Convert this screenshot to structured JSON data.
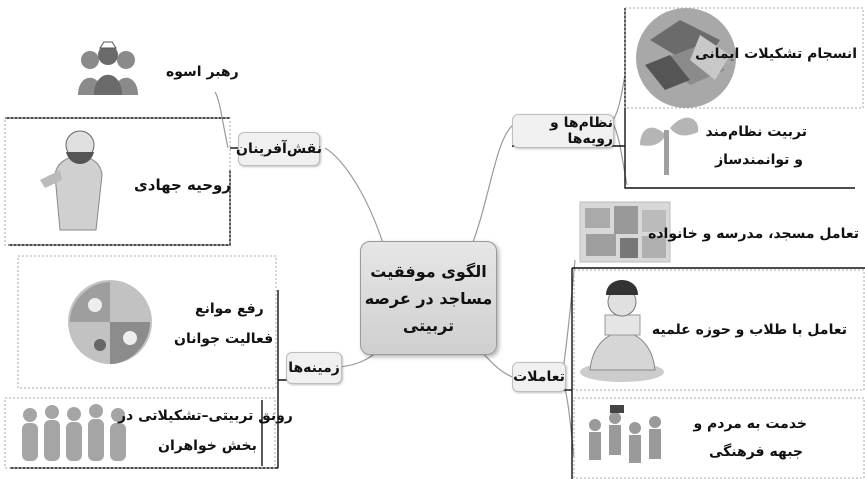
{
  "center": {
    "line1": "الگوی موفقیت",
    "line2": "مساجد در عرصه",
    "line3": "تربیتی"
  },
  "branches": {
    "systems": {
      "label": "نظام‌ها و رویه‌ها",
      "items": [
        "انسجام تشکیلات ایمانی",
        "تربیت نظام‌مند",
        "و توانمندساز"
      ]
    },
    "interactions": {
      "label": "تعاملات",
      "items": [
        "تعامل مسجد، مدرسه و خانواده",
        "تعامل با طلاب و حوزه علمیه",
        "خدمت به مردم و",
        "جبهه فرهنگی"
      ]
    },
    "actors": {
      "label": "نقش‌آفرینان",
      "items": [
        "رهبر اسوه",
        "روحیه جهادی"
      ]
    },
    "grounds": {
      "label": "زمینه‌ها",
      "items": [
        "رفع موانع",
        "فعالیت جوانان",
        "رونق تربیتی–تشکیلاتی در",
        "بخش خواهران"
      ]
    }
  },
  "icons": [
    "handshake-puzzle-icon",
    "sprout-icon",
    "collage-icon",
    "cleric-icon",
    "crowd-icon",
    "leader-icon",
    "fighter-icon",
    "puzzle-people-icon",
    "girls-group-icon"
  ]
}
